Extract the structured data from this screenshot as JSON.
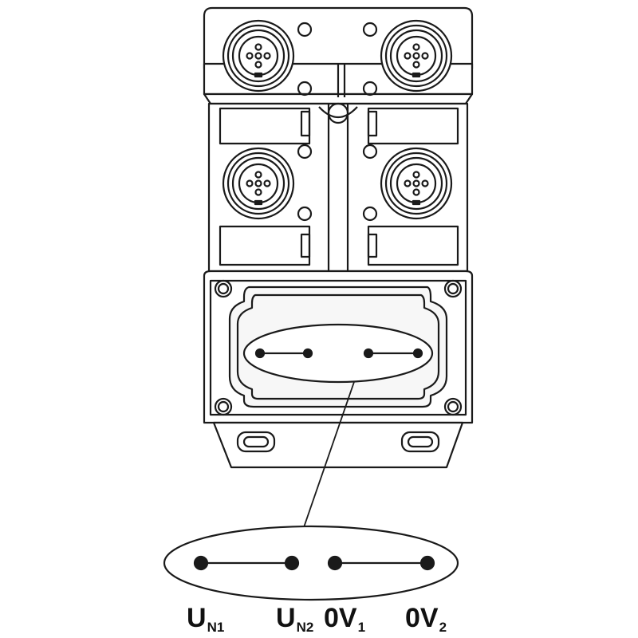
{
  "colors": {
    "stroke": "#1a1a1a",
    "housing_fill": "#ffffff",
    "panel_fill": "#f7f7f7",
    "label": "#111111"
  },
  "connectors": [
    {
      "id": "m12-top-left",
      "icon": "m12-socket-icon"
    },
    {
      "id": "m12-top-right",
      "icon": "m12-socket-icon"
    },
    {
      "id": "m12-middle-left",
      "icon": "m12-socket-icon"
    },
    {
      "id": "m12-middle-right",
      "icon": "m12-socket-icon"
    }
  ],
  "terminals": [
    {
      "main": "U",
      "sub": "N1"
    },
    {
      "main": "U",
      "sub": "N2"
    },
    {
      "main": "0V",
      "sub": "1"
    },
    {
      "main": "0V",
      "sub": "2"
    }
  ]
}
